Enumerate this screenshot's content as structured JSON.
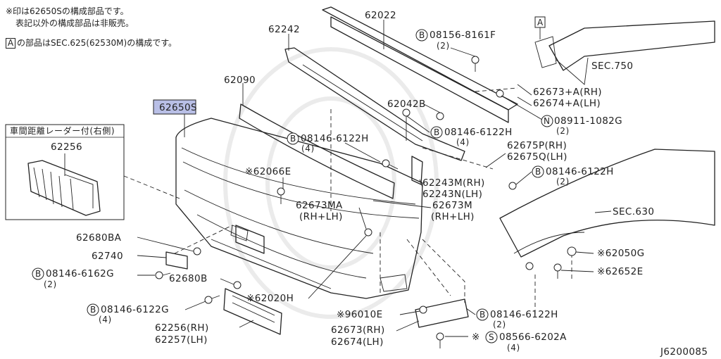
{
  "notes": {
    "line1": "※印は62650Sの構成部品です。",
    "line2": "表記以外の構成部品は非販売。",
    "line3_box": "A",
    "line3": "の部品はSEC.625(62530M)の構成です。"
  },
  "inset": {
    "title": "車間距離レーダー付(右側)",
    "part": "62256"
  },
  "highlight_label": "62650S",
  "labels": {
    "p62022": "62022",
    "p62242": "62242",
    "p62090": "62090",
    "b08156_8161F": "08156-8161F",
    "b08156_8161F_qty": "(2)",
    "boxA": "A",
    "sec750": "SEC.750",
    "p62673A_RH": "62673+A(RH)",
    "p62674A_LH": "62674+A(LH)",
    "n08911": "08911-1082G",
    "n08911_qty": "(2)",
    "p62042B": "62042B",
    "b08146_6122H_a": "08146-6122H",
    "b08146_6122H_a_qty": "(4)",
    "b08146_6122H_b": "08146-6122H",
    "b08146_6122H_b_qty": "(4)",
    "p62675P": "62675P(RH)",
    "p62675Q": "62675Q(LH)",
    "p62066E": "※62066E",
    "p62243M": "62243M(RH)",
    "p62243N": "62243N(LH)",
    "b08146_6122H_c": "08146-6122H",
    "b08146_6122H_c_qty": "(2)",
    "p62673MA": "62673MA",
    "p62673MA_side": "(RH+LH)",
    "p62673M": "62673M",
    "p62673M_side": "(RH+LH)",
    "sec630": "SEC.630",
    "p62680BA": "62680BA",
    "p62740": "62740",
    "b08146_6162G": "08146-6162G",
    "b08146_6162G_qty": "(2)",
    "p62680B": "62680B",
    "p62020H": "※62020H",
    "p62050G": "※62050G",
    "p62652E": "※62652E",
    "b08146_6122G": "08146-6122G",
    "b08146_6122G_qty": "(4)",
    "p96010E": "※96010E",
    "b08146_6122H_d": "08146-6122H",
    "b08146_6122H_d_qty": "(2)",
    "p62256": "62256(RH)",
    "p62257": "62257(LH)",
    "p62673": "62673(RH)",
    "p62674": "62674(LH)",
    "s08566": "※",
    "s08566_code": "08566-6202A",
    "s08566_qty": "(4)",
    "diagram_id": "J6200085"
  },
  "markers": {
    "B": "B",
    "N": "N",
    "S": "S"
  }
}
